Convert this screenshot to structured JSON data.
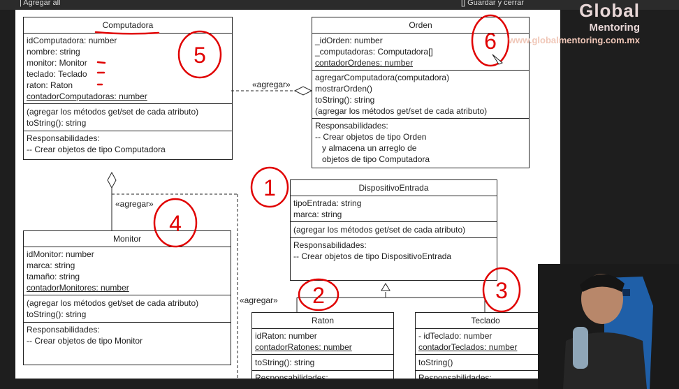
{
  "topbar": {
    "left_text": "| Agregar all",
    "right_text": "[] Guardar y cerrar"
  },
  "watermark": {
    "brand_top": "Global",
    "brand_bottom": "Mentoring",
    "url": "www.globalmentoring.com.mx"
  },
  "classes": {
    "computadora": {
      "name": "Computadora",
      "attributes": [
        "idComputadora: number",
        "nombre: string",
        "monitor: Monitor",
        "teclado: Teclado",
        "raton: Raton"
      ],
      "static_attr": "contadorComputadoras: number",
      "methods": [
        "(agregar los métodos get/set de cada atributo)",
        "toString(): string"
      ],
      "resp_title": "Responsabilidades:",
      "resp": [
        "-- Crear objetos de tipo Computadora"
      ]
    },
    "orden": {
      "name": "Orden",
      "attributes": [
        "_idOrden: number",
        "_computadoras: Computadora[]"
      ],
      "static_attr": "contadorOrdenes: number",
      "methods": [
        "agregarComputadora(computadora)",
        "mostrarOrden()",
        "toString(): string",
        "(agregar los métodos get/set de cada atributo)"
      ],
      "resp_title": "Responsabilidades:",
      "resp": [
        "-- Crear objetos de tipo Orden",
        "y almacena un arreglo de",
        "objetos de tipo Computadora"
      ]
    },
    "dispositivo": {
      "name": "DispositivoEntrada",
      "attributes": [
        "tipoEntrada: string",
        "marca: string"
      ],
      "methods": [
        "(agregar los métodos get/set de cada atributo)"
      ],
      "resp_title": "Responsabilidades:",
      "resp": [
        "-- Crear objetos de tipo DispositivoEntrada"
      ]
    },
    "monitor": {
      "name": "Monitor",
      "attributes": [
        "idMonitor: number",
        "marca: string",
        "tamaño: string"
      ],
      "static_attr": "contadorMonitores: number",
      "methods": [
        "(agregar los métodos get/set de cada atributo)",
        "toString(): string"
      ],
      "resp_title": "Responsabilidades:",
      "resp": [
        "-- Crear objetos de tipo Monitor"
      ]
    },
    "raton": {
      "name": "Raton",
      "attributes": [
        "idRaton: number"
      ],
      "static_attr": "contadorRatones: number",
      "methods": [
        "toString(): string"
      ],
      "resp_title": "Responsabilidades:"
    },
    "teclado": {
      "name": "Teclado",
      "attributes": [
        "- idTeclado: number"
      ],
      "static_attr": "contadorTeclados: number",
      "methods": [
        "toString()"
      ],
      "resp_title": "Responsabilidades:"
    }
  },
  "relations": {
    "agregar_1": "«agregar»",
    "agregar_2": "«agregar»",
    "agregar_3": "«agregar»"
  },
  "annotations": [
    "5",
    "6",
    "1",
    "4",
    "2",
    "3"
  ],
  "colors": {
    "annotation": "#e00000",
    "watermark_url": "#f0c7b8"
  }
}
